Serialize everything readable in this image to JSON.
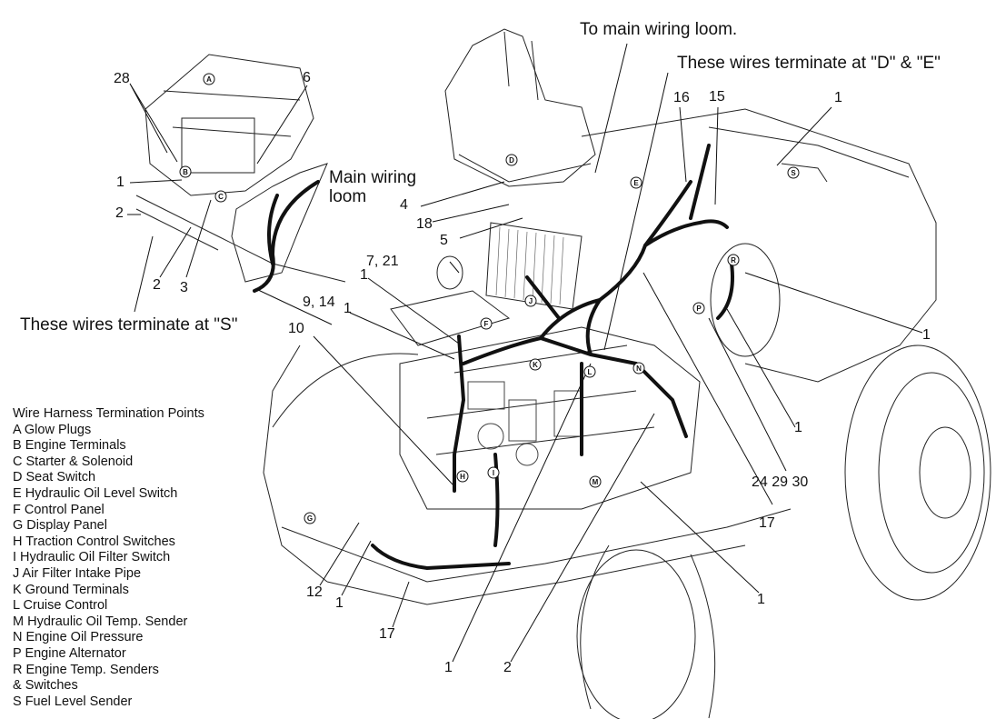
{
  "notes": {
    "main_loom_to": "To main wiring loom.",
    "terminate_de": "These wires terminate at \"D\" & \"E\"",
    "main_loom": "Main wiring\nloom",
    "terminate_s": "These wires terminate at \"S\""
  },
  "callouts": {
    "n28": "28",
    "n6": "6",
    "n1_inset": "1",
    "n2_a": "2",
    "n2_b": "2",
    "n3": "3",
    "n9_14": "9, 14",
    "n4": "4",
    "n18": "18",
    "n5": "5",
    "n7_21": "7, 21",
    "n1_left": "1",
    "n16": "16",
    "n15": "15",
    "n1_topright": "1",
    "n1_right": "1",
    "n10": "10",
    "n1_mid": "1",
    "n24_29_30": "24 29 30",
    "n17_right": "17",
    "n12": "12",
    "n1_low": "1",
    "n17_low": "17",
    "n1_bottom": "1",
    "n2_bottom": "2",
    "n1_lowright": "1"
  },
  "badges": [
    "A",
    "B",
    "C",
    "D",
    "E",
    "F",
    "G",
    "H",
    "I",
    "J",
    "K",
    "L",
    "M",
    "N",
    "P",
    "R",
    "S"
  ],
  "legend": {
    "title": "Wire Harness Termination Points",
    "items": [
      "A  Glow Plugs",
      "B  Engine Terminals",
      "C  Starter & Solenoid",
      "D  Seat Switch",
      "E  Hydraulic Oil Level Switch",
      "F  Control Panel",
      "G  Display Panel",
      "H  Traction Control Switches",
      "I  Hydraulic Oil Filter Switch",
      "J  Air Filter Intake Pipe",
      "K  Ground Terminals",
      "L  Cruise Control",
      "M  Hydraulic Oil Temp. Sender",
      "N  Engine Oil Pressure",
      "P  Engine Alternator",
      "R  Engine Temp. Senders",
      "    & Switches",
      "S  Fuel Level Sender"
    ]
  },
  "colors": {
    "ink": "#111111",
    "background": "#ffffff"
  }
}
